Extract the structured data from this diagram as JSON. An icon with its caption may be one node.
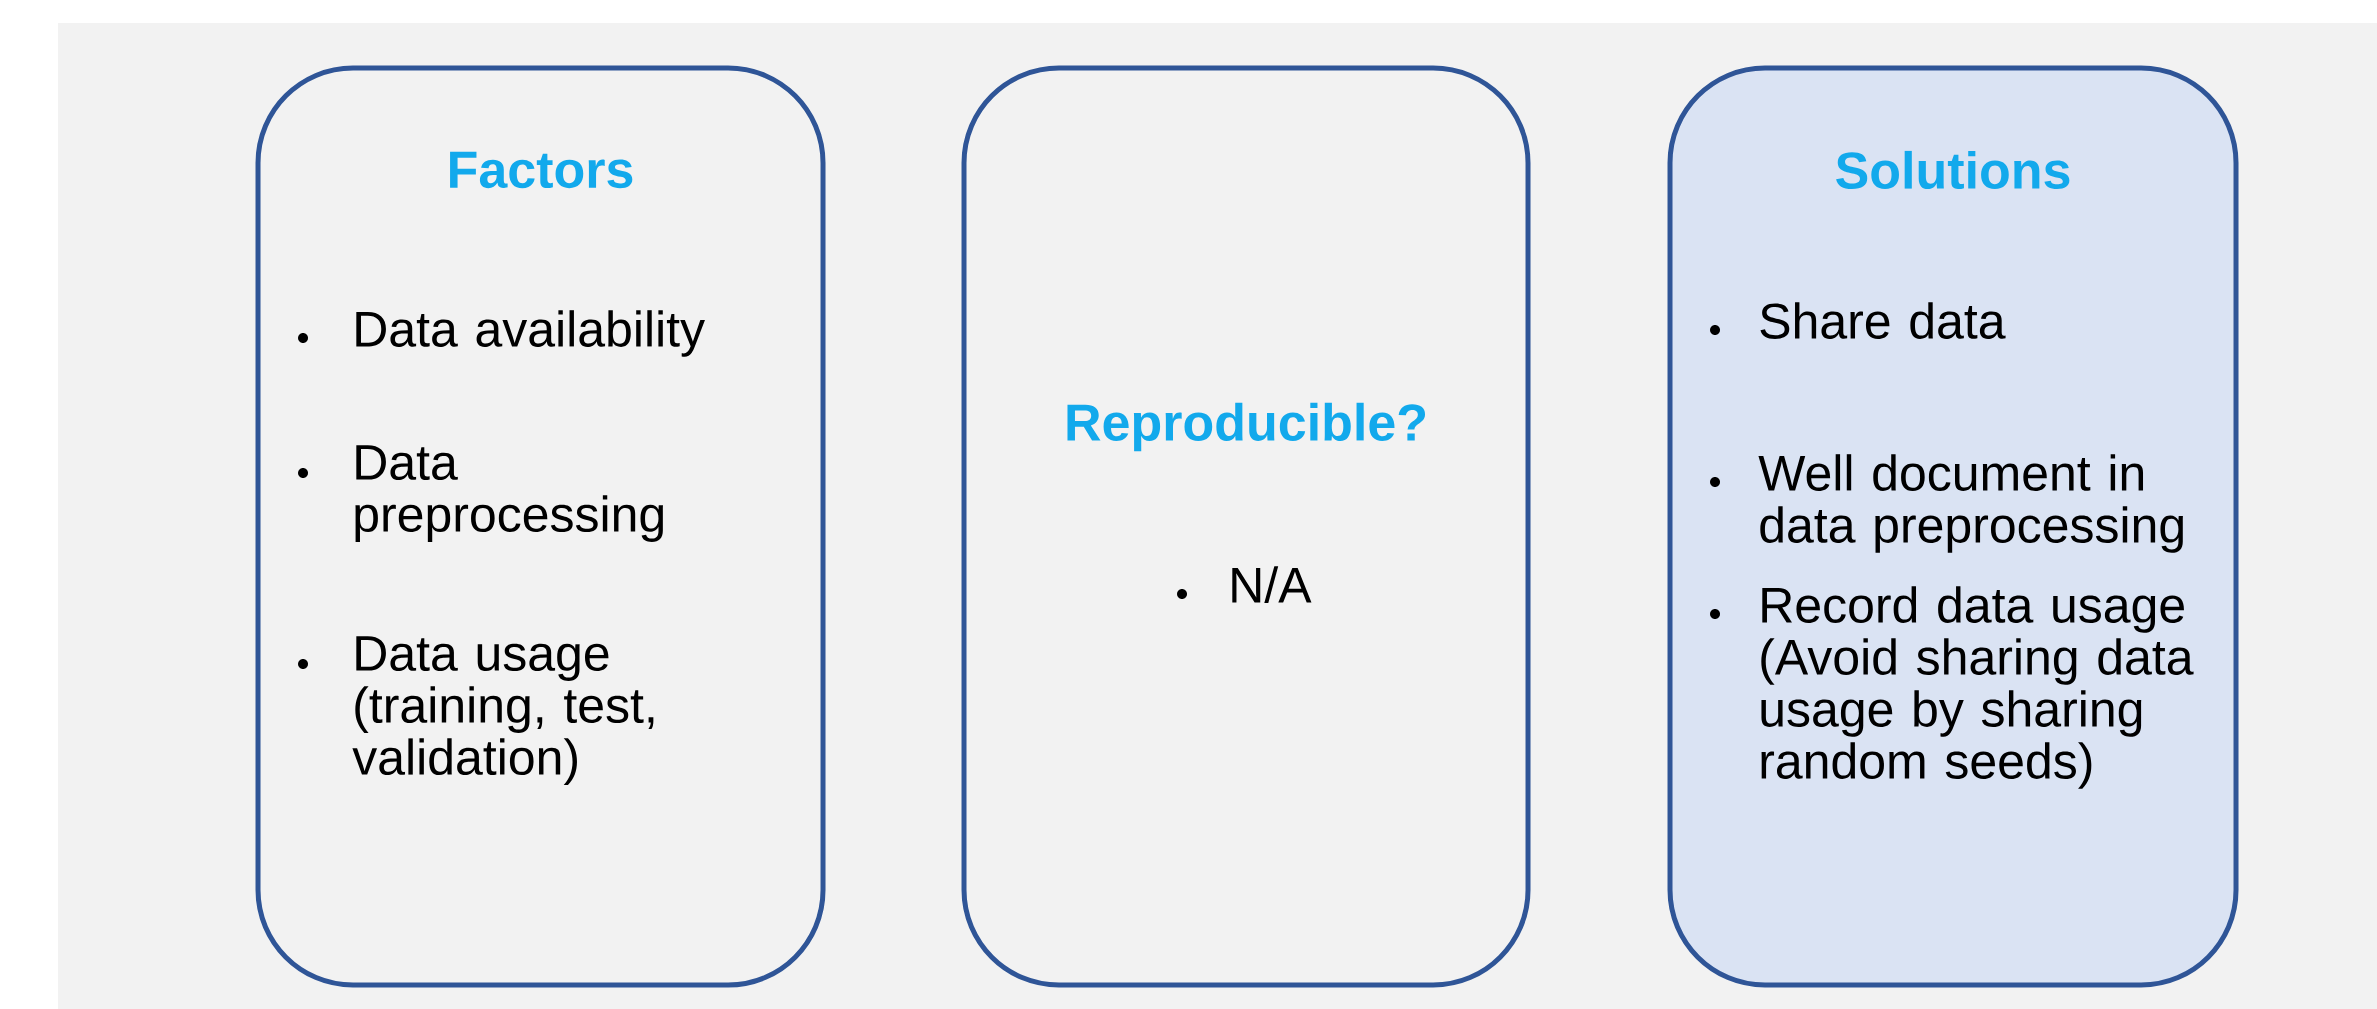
{
  "diagram": {
    "nodes": [
      {
        "text": [
          "Factors",
          "Data availability",
          "Data preprocessing",
          "Data usage (training, test, validation)"
        ]
      },
      {
        "text": [
          "Reproducible?",
          "N/A"
        ]
      },
      {
        "text": [
          "Solutions",
          "Share data",
          "Well document in data preprocessing",
          "Record data usage (Avoid sharing data usage by sharing random seeds)"
        ]
      }
    ]
  }
}
